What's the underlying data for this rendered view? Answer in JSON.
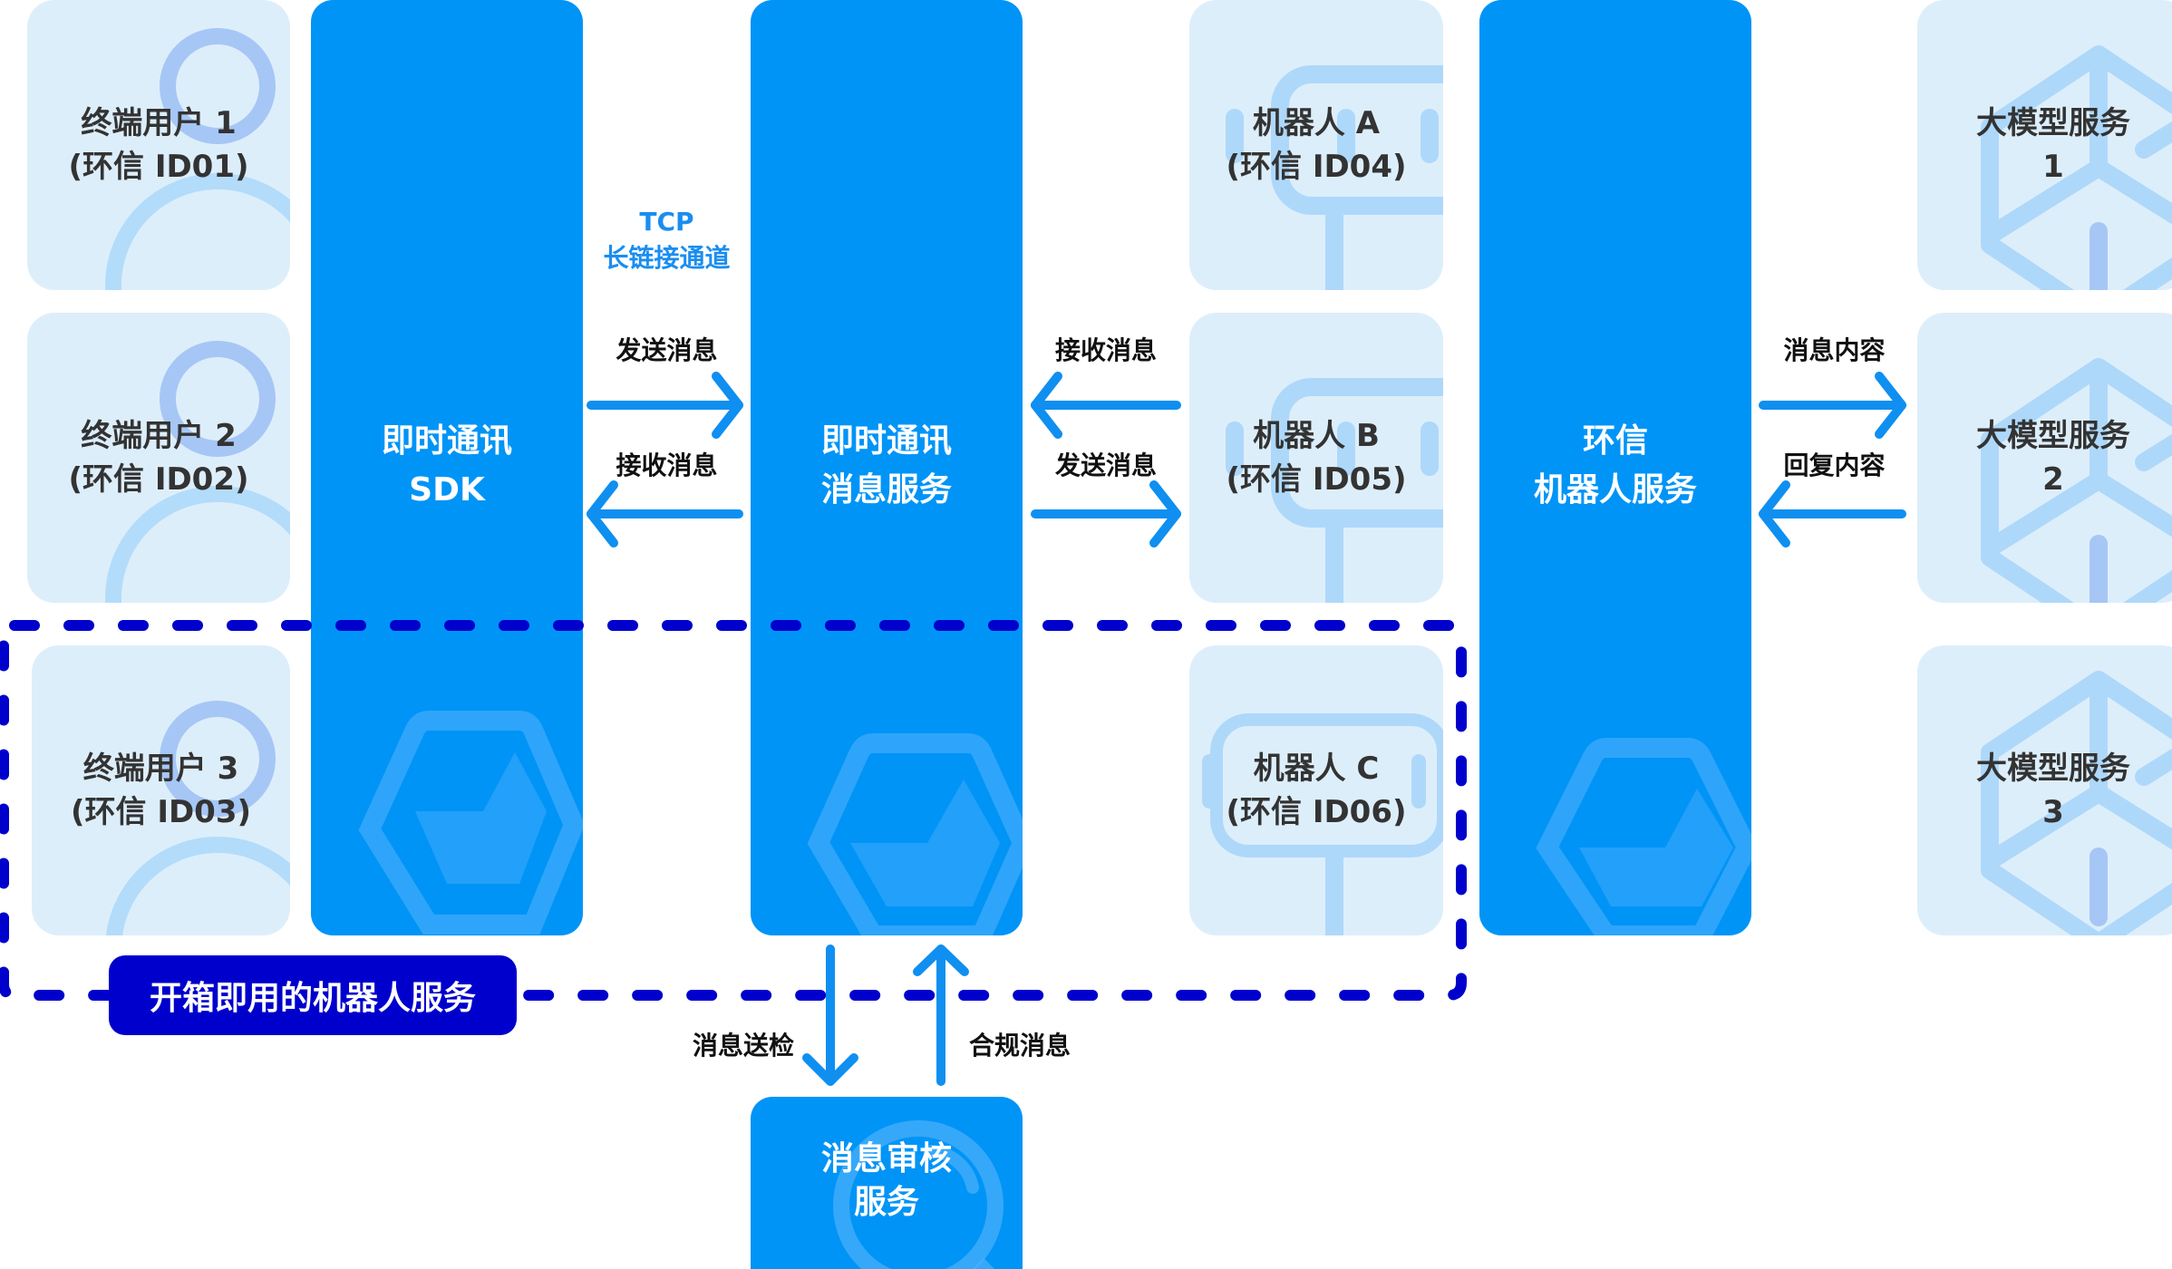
{
  "title": "开箱即用的机器人服务架构图",
  "colors": {
    "primary": "#0094f7",
    "card_bg": "#ddeefb",
    "deco": "#aed8fa",
    "dashed_border": "#0000cc",
    "text_dark": "#333333",
    "tcp_text": "#1a8ef0"
  },
  "end_users": [
    {
      "line1": "终端用户 1",
      "line2": "(环信 ID01)"
    },
    {
      "line1": "终端用户 2",
      "line2": "(环信 ID02)"
    },
    {
      "line1": "终端用户 3",
      "line2": "(环信 ID03)"
    }
  ],
  "sdk": {
    "line1": "即时通讯",
    "line2": "SDK"
  },
  "tcp_label": {
    "line1": "TCP",
    "line2": "长链接通道"
  },
  "sdk_to_im": {
    "send": "发送消息",
    "receive": "接收消息"
  },
  "im_service": {
    "line1": "即时通讯",
    "line2": "消息服务"
  },
  "im_to_robot": {
    "receive": "接收消息",
    "send": "发送消息"
  },
  "robots": [
    {
      "line1": "机器人 A",
      "line2": "(环信 ID04)"
    },
    {
      "line1": "机器人 B",
      "line2": "(环信 ID05)"
    },
    {
      "line1": "机器人 C",
      "line2": "(环信 ID06)"
    }
  ],
  "robot_service": {
    "line1": "环信",
    "line2": "机器人服务"
  },
  "robot_to_llm": {
    "content": "消息内容",
    "reply": "回复内容"
  },
  "llm_services": [
    {
      "line1": "大模型服务",
      "line2": "1"
    },
    {
      "line1": "大模型服务",
      "line2": "2"
    },
    {
      "line1": "大模型服务",
      "line2": "3"
    }
  ],
  "audit": {
    "line1": "消息审核",
    "line2": "服务",
    "send_label": "消息送检",
    "return_label": "合规消息"
  },
  "group_label": "开箱即用的机器人服务"
}
